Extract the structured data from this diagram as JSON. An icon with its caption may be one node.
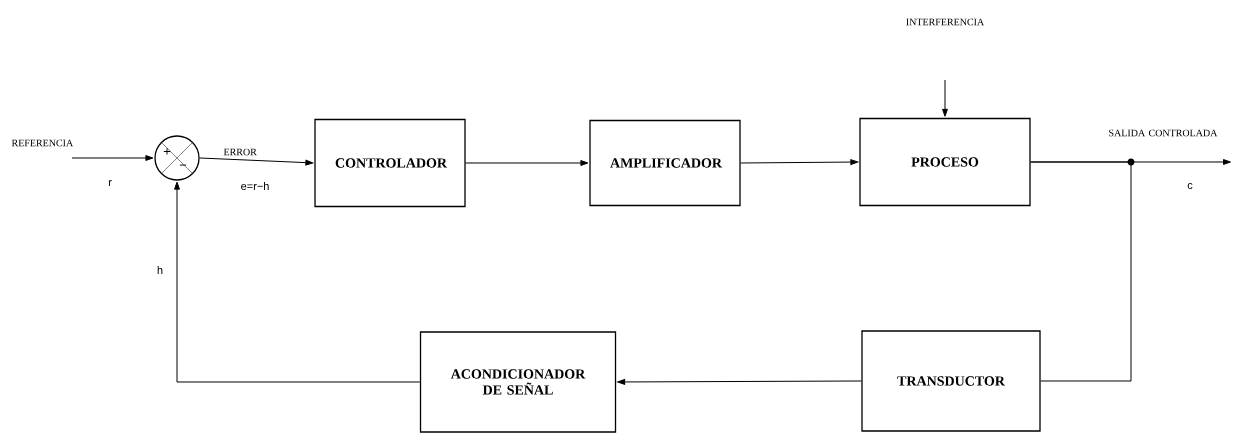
{
  "diagram": {
    "nodes": [
      {
        "text": [
          "+",
          "−"
        ]
      },
      {
        "text": [
          "CONTROLADOR"
        ]
      },
      {
        "text": [
          "AMPLIFICADOR"
        ]
      },
      {
        "text": [
          "PROCESO"
        ]
      },
      {
        "text": [
          "ACONDICIONADOR DE SEÑAL"
        ]
      },
      {
        "text": [
          "TRANSDUCTOR"
        ]
      }
    ],
    "edges": [
      {
        "from": null,
        "to": 0,
        "arrow": "to"
      },
      {
        "from": 0,
        "to": 1,
        "arrow": "to"
      },
      {
        "from": 1,
        "to": 2,
        "arrow": "to"
      },
      {
        "from": 2,
        "to": 3,
        "arrow": "to"
      },
      {
        "from": null,
        "to": 3,
        "arrow": "to"
      },
      {
        "from": 3,
        "to": null,
        "arrow": "to"
      },
      {
        "from": 3,
        "to": 5,
        "arrow": "none"
      },
      {
        "from": 5,
        "to": 4,
        "arrow": "to"
      },
      {
        "from": 4,
        "to": 0,
        "arrow": "to"
      }
    ],
    "labels": [
      "REFERENCIA",
      "r",
      "ERROR",
      "e=r−h",
      "INTERFERENCIA",
      "SALIDA CONTROLADA",
      "c",
      "h"
    ]
  }
}
